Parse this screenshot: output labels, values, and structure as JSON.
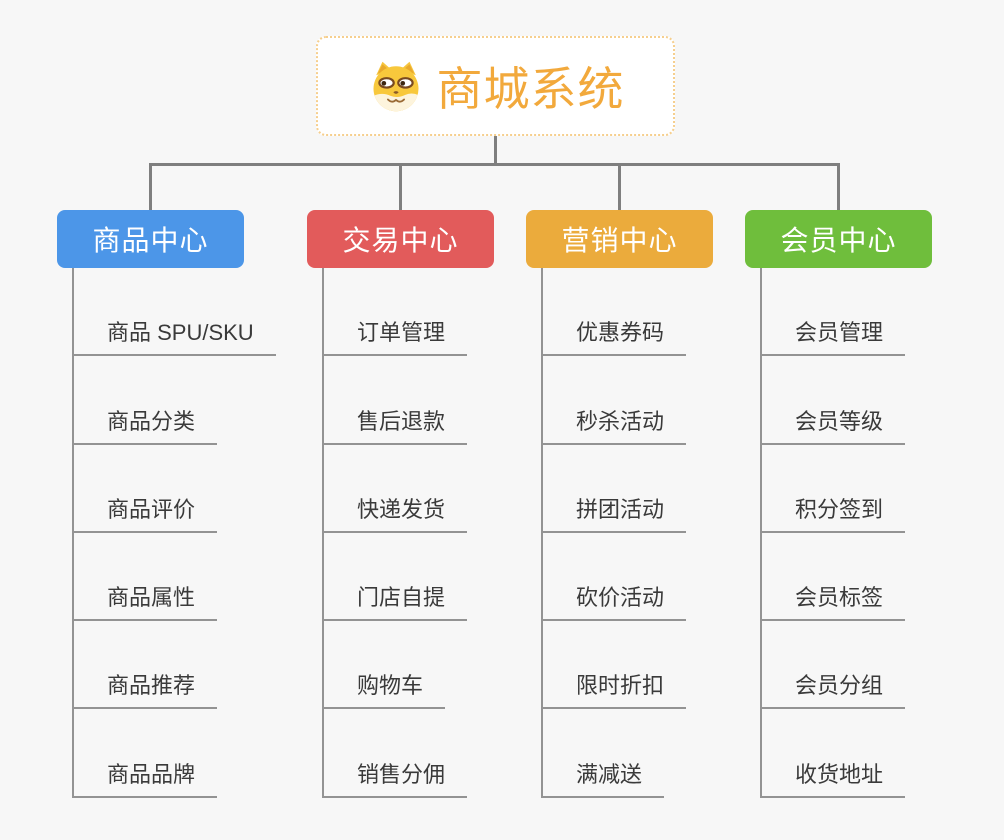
{
  "root": {
    "title": "商城系统",
    "icon": "doge-face-icon"
  },
  "branches": [
    {
      "label": "商品中心",
      "color": "#4c96e8",
      "children": [
        "商品 SPU/SKU",
        "商品分类",
        "商品评价",
        "商品属性",
        "商品推荐",
        "商品品牌"
      ]
    },
    {
      "label": "交易中心",
      "color": "#e25b5b",
      "children": [
        "订单管理",
        "售后退款",
        "快递发货",
        "门店自提",
        "购物车",
        "销售分佣"
      ]
    },
    {
      "label": "营销中心",
      "color": "#ebab3c",
      "children": [
        "优惠券码",
        "秒杀活动",
        "拼团活动",
        "砍价活动",
        "限时折扣",
        "满减送"
      ]
    },
    {
      "label": "会员中心",
      "color": "#6fbe3c",
      "children": [
        "会员管理",
        "会员等级",
        "积分签到",
        "会员标签",
        "会员分组",
        "收货地址"
      ]
    }
  ],
  "colors": {
    "background": "#f7f7f7",
    "connector": "#7f7f7f",
    "child_underline": "#939393",
    "root_text": "#f2a93c",
    "root_border": "#f6cf8e"
  }
}
